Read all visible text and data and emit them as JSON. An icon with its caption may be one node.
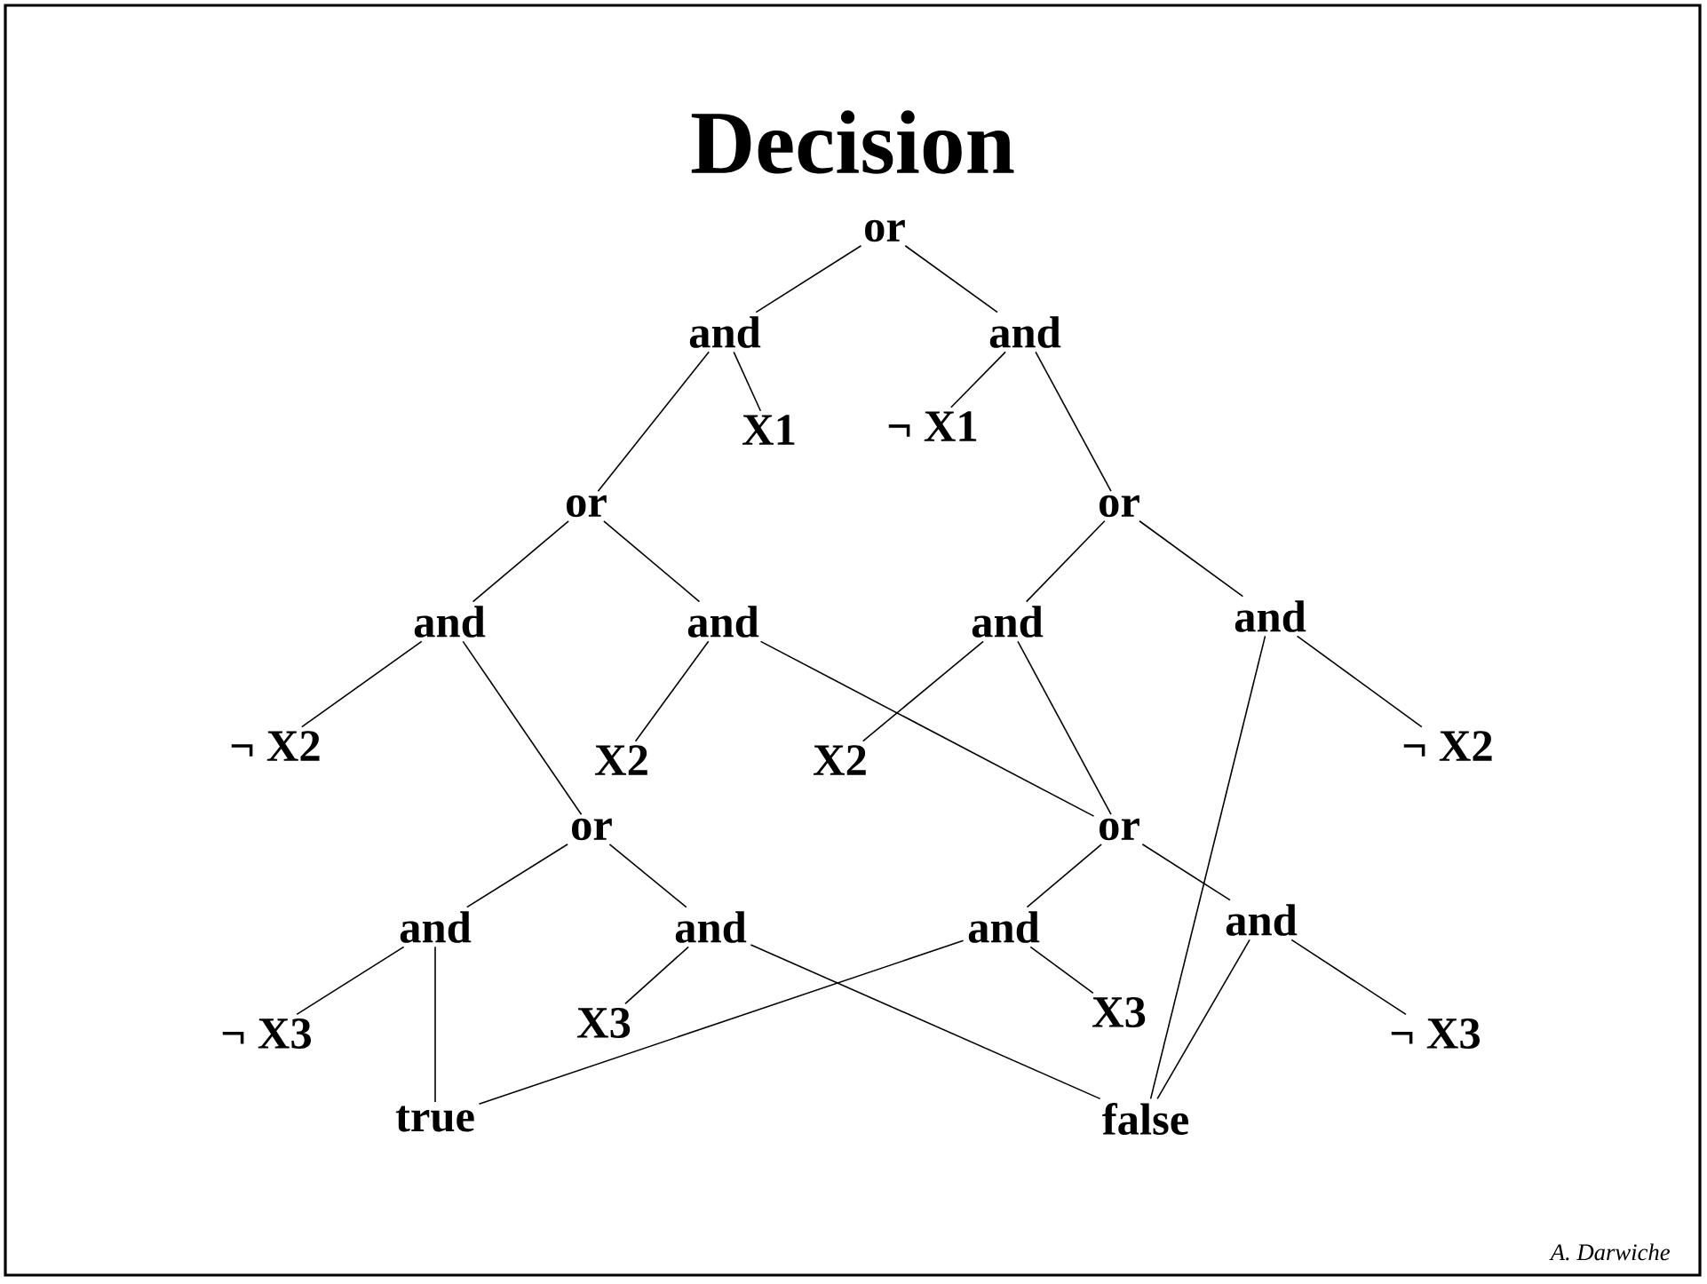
{
  "diagram": {
    "title": "Decision",
    "nodes": [
      {
        "text": [
          "or"
        ]
      },
      {
        "text": [
          "and"
        ]
      },
      {
        "text": [
          "and"
        ]
      },
      {
        "text": [
          "X1"
        ]
      },
      {
        "text": [
          "¬ X1"
        ]
      },
      {
        "text": [
          "or"
        ]
      },
      {
        "text": [
          "or"
        ]
      },
      {
        "text": [
          "and"
        ]
      },
      {
        "text": [
          "and"
        ]
      },
      {
        "text": [
          "and"
        ]
      },
      {
        "text": [
          "and"
        ]
      },
      {
        "text": [
          "¬ X2"
        ]
      },
      {
        "text": [
          "X2"
        ]
      },
      {
        "text": [
          "X2"
        ]
      },
      {
        "text": [
          "¬ X2"
        ]
      },
      {
        "text": [
          "or"
        ]
      },
      {
        "text": [
          "or"
        ]
      },
      {
        "text": [
          "and"
        ]
      },
      {
        "text": [
          "and"
        ]
      },
      {
        "text": [
          "and"
        ]
      },
      {
        "text": [
          "and"
        ]
      },
      {
        "text": [
          "¬ X3"
        ]
      },
      {
        "text": [
          "X3"
        ]
      },
      {
        "text": [
          "X3"
        ]
      },
      {
        "text": [
          "¬ X3"
        ]
      },
      {
        "text": [
          "true"
        ]
      },
      {
        "text": [
          "false"
        ]
      }
    ],
    "edges": [
      {
        "from": 0,
        "to": 1,
        "arrow": "none"
      },
      {
        "from": 0,
        "to": 2,
        "arrow": "none"
      },
      {
        "from": 1,
        "to": 5,
        "arrow": "none"
      },
      {
        "from": 1,
        "to": 3,
        "arrow": "none"
      },
      {
        "from": 2,
        "to": 4,
        "arrow": "none"
      },
      {
        "from": 2,
        "to": 6,
        "arrow": "none"
      },
      {
        "from": 5,
        "to": 7,
        "arrow": "none"
      },
      {
        "from": 5,
        "to": 8,
        "arrow": "none"
      },
      {
        "from": 6,
        "to": 9,
        "arrow": "none"
      },
      {
        "from": 6,
        "to": 10,
        "arrow": "none"
      },
      {
        "from": 7,
        "to": 11,
        "arrow": "none"
      },
      {
        "from": 7,
        "to": 15,
        "arrow": "none"
      },
      {
        "from": 8,
        "to": 12,
        "arrow": "none"
      },
      {
        "from": 8,
        "to": 16,
        "arrow": "none"
      },
      {
        "from": 9,
        "to": 13,
        "arrow": "none"
      },
      {
        "from": 9,
        "to": 16,
        "arrow": "none"
      },
      {
        "from": 10,
        "to": 26,
        "arrow": "none"
      },
      {
        "from": 10,
        "to": 14,
        "arrow": "none"
      },
      {
        "from": 15,
        "to": 17,
        "arrow": "none"
      },
      {
        "from": 15,
        "to": 18,
        "arrow": "none"
      },
      {
        "from": 16,
        "to": 19,
        "arrow": "none"
      },
      {
        "from": 16,
        "to": 20,
        "arrow": "none"
      },
      {
        "from": 17,
        "to": 21,
        "arrow": "none"
      },
      {
        "from": 17,
        "to": 25,
        "arrow": "none"
      },
      {
        "from": 18,
        "to": 22,
        "arrow": "none"
      },
      {
        "from": 18,
        "to": 26,
        "arrow": "none"
      },
      {
        "from": 19,
        "to": 25,
        "arrow": "none"
      },
      {
        "from": 19,
        "to": 23,
        "arrow": "none"
      },
      {
        "from": 20,
        "to": 26,
        "arrow": "none"
      },
      {
        "from": 20,
        "to": 24,
        "arrow": "none"
      }
    ],
    "labels": [
      "A. Darwiche"
    ]
  }
}
